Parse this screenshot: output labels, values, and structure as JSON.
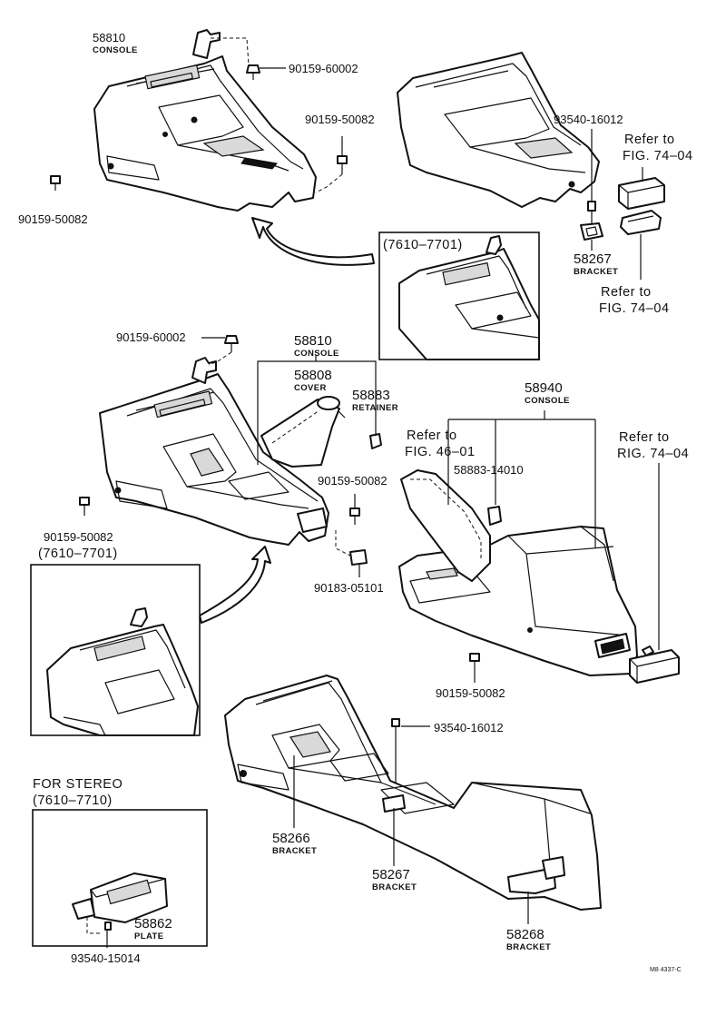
{
  "labels": {
    "console_a_pn": "58810",
    "console_a_nm": "CONSOLE",
    "screw_90159_60002_a": "90159-60002",
    "screw_90159_50082_a": "90159-50082",
    "screw_90159_50082_b": "90159-50082",
    "bolt_93540_16012_a": "93540-16012",
    "refer_7404_a_1": "Refer to",
    "refer_7404_a_2": "FIG. 74–04",
    "bracket_58267_a_pn": "58267",
    "bracket_58267_a_nm": "BRACKET",
    "refer_7404_b_1": "Refer to",
    "refer_7404_b_2": "FIG. 74–04",
    "range_7610_7701_a": "(7610–7701)",
    "screw_90159_60002_b": "90159-60002",
    "console_b_pn": "58810",
    "console_b_nm": "CONSOLE",
    "cover_pn": "58808",
    "cover_nm": "COVER",
    "retainer_pn": "58883",
    "retainer_nm": "RETAINER",
    "console_c_pn": "58940",
    "console_c_nm": "CONSOLE",
    "refer_4601_1": "Refer to",
    "refer_4601_2": "FIG. 46–01",
    "refer_rig_1": "Refer to",
    "refer_rig_2": "RIG. 74–04",
    "clip_58883_14010": "58883-14010",
    "screw_90159_50082_c": "90159-50082",
    "screw_90159_50082_d": "90159-50082",
    "range_7610_7701_b": "(7610–7701)",
    "nut_90183_05101": "90183-05101",
    "screw_90159_50082_e": "90159-50082",
    "bolt_93540_16012_b": "93540-16012",
    "stereo_1": "FOR STEREO",
    "stereo_2": "(7610–7710)",
    "bracket_58266_pn": "58266",
    "bracket_58266_nm": "BRACKET",
    "bracket_58267_b_pn": "58267",
    "bracket_58267_b_nm": "BRACKET",
    "plate_58862_pn": "58862",
    "plate_58862_nm": "PLATE",
    "screw_93540_15014": "93540-15014",
    "bracket_58268_pn": "58268",
    "bracket_58268_nm": "BRACKET",
    "drawing_code": "M8 4337-C"
  }
}
